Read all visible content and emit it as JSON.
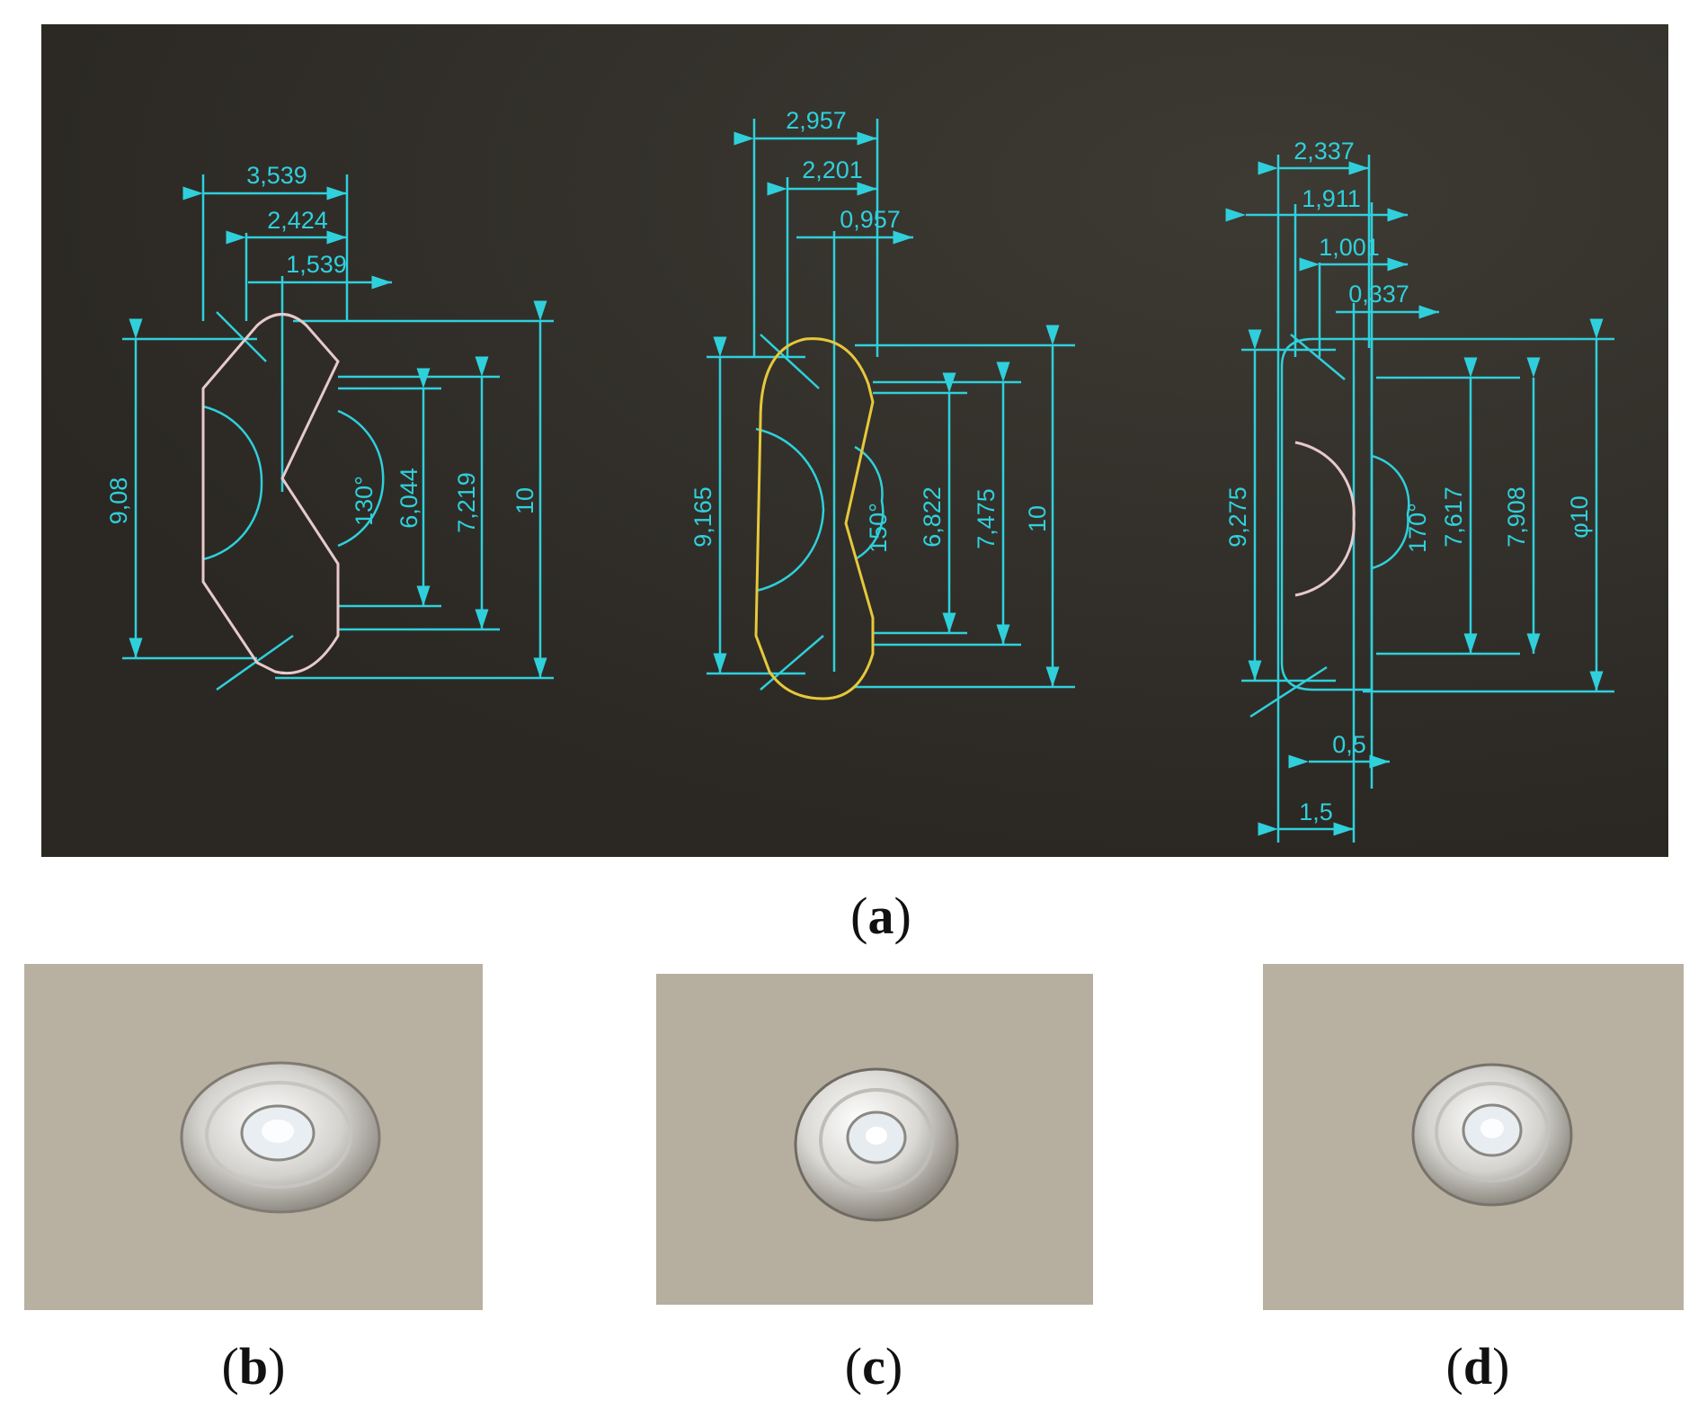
{
  "colors": {
    "screen": "#2f2c27",
    "dimension": "#2fd0db",
    "profile_a": "#e7c9cc",
    "profile_b": "#e6c83a",
    "profile_c_arc": "#e7c9cc",
    "cardboard": "#b9b1a2"
  },
  "drawing_a": {
    "dims": {
      "w1": "3,539",
      "w2": "2,424",
      "w3": "1,539",
      "h1": "9,08",
      "angle": "130°",
      "h2": "6,044",
      "h3": "7,219",
      "h4": "10"
    }
  },
  "drawing_b": {
    "dims": {
      "w1": "2,957",
      "w2": "2,201",
      "w3": "0,957",
      "h1": "9,165",
      "angle": "150°",
      "h2": "6,822",
      "h3": "7,475",
      "h4": "10"
    }
  },
  "drawing_c": {
    "dims": {
      "w1": "2,337",
      "w2": "1,911",
      "w3": "1,001",
      "w4": "0,337",
      "h1": "9,275",
      "angle": "170°",
      "h2": "7,617",
      "h3": "7,908",
      "h4": "φ10",
      "b1": "0,5",
      "b2": "1,5"
    }
  },
  "captions": {
    "a": "a",
    "b": "b",
    "c": "c",
    "d": "d",
    "open": "(",
    "close": ")"
  },
  "icons": [
    "lens-photo-b",
    "lens-photo-c",
    "lens-photo-d"
  ]
}
